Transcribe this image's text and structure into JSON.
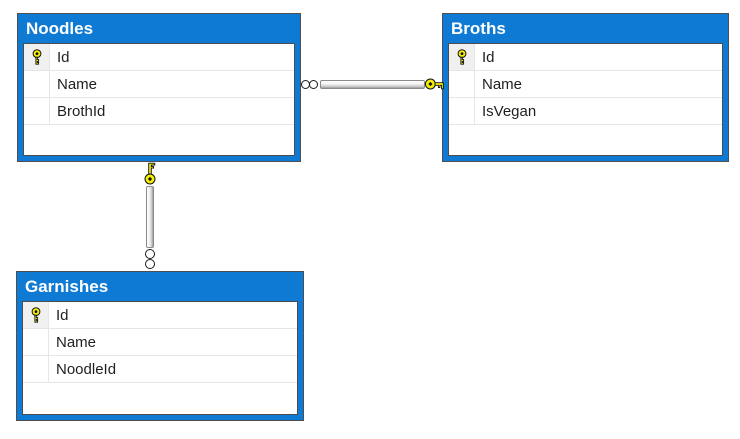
{
  "colors": {
    "table-accent": "#0e7ad4",
    "key-yellow": "#f5ee0a",
    "line-dark": "#4f4f4f"
  },
  "tables": [
    {
      "name": "Noodles",
      "columns": [
        {
          "name": "Id",
          "primary_key": true
        },
        {
          "name": "Name",
          "primary_key": false
        },
        {
          "name": "BrothId",
          "primary_key": false
        }
      ]
    },
    {
      "name": "Broths",
      "columns": [
        {
          "name": "Id",
          "primary_key": true
        },
        {
          "name": "Name",
          "primary_key": false
        },
        {
          "name": "IsVegan",
          "primary_key": false
        }
      ]
    },
    {
      "name": "Garnishes",
      "columns": [
        {
          "name": "Id",
          "primary_key": true
        },
        {
          "name": "Name",
          "primary_key": false
        },
        {
          "name": "NoodleId",
          "primary_key": false
        }
      ]
    }
  ],
  "relationships": [
    {
      "one_end": "Broths",
      "many_end": "Noodles",
      "one_symbol": "key",
      "many_symbol": "infinity"
    },
    {
      "one_end": "Noodles",
      "many_end": "Garnishes",
      "one_symbol": "key",
      "many_symbol": "infinity"
    }
  ]
}
